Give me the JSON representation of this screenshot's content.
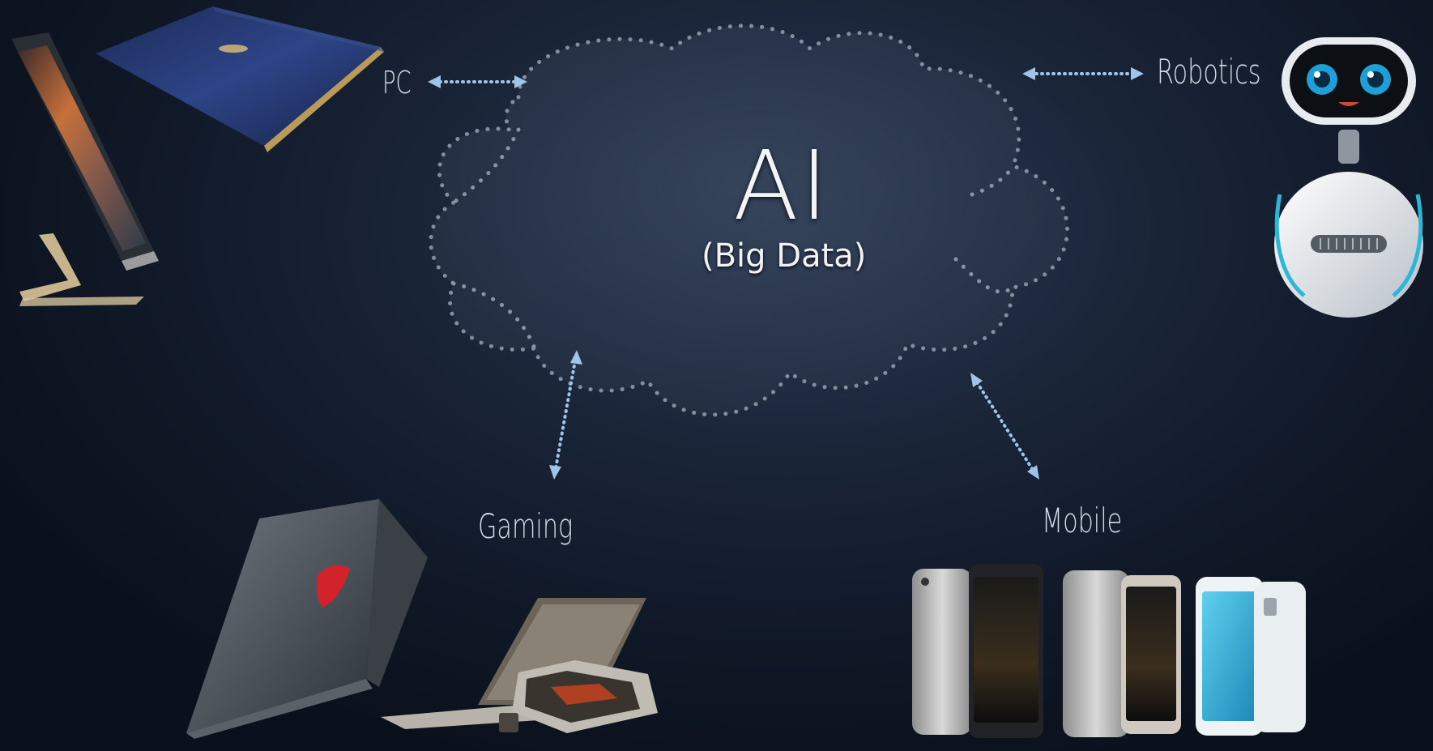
{
  "center": {
    "title": "AI",
    "subtitle": "(Big Data)"
  },
  "labels": {
    "pc": "PC",
    "robotics": "Robotics",
    "gaming": "Gaming",
    "mobile": "Mobile"
  },
  "colors": {
    "background": "#141e2e",
    "cloud_dots": "#8a94a3",
    "arrow": "#9fc4e8",
    "label_text": "#d4dbe6"
  },
  "icons": [
    "cloud-icon",
    "pc-devices-icon",
    "robot-icon",
    "gaming-laptops-icon",
    "smartphones-icon"
  ]
}
